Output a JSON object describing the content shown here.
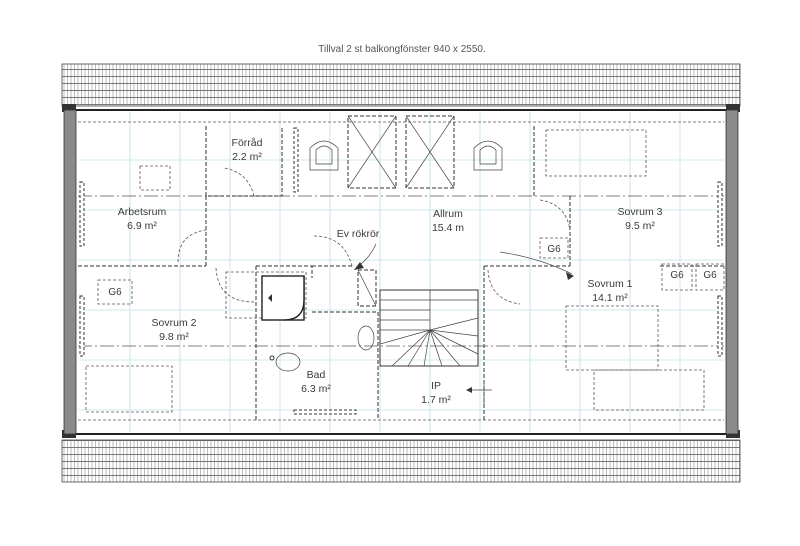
{
  "header": {
    "title": "Tillval  2 st balkongfönster 940 x 2550."
  },
  "rooms": {
    "forrad": {
      "name": "Förråd",
      "area": "2.2 m²"
    },
    "arbetsrum": {
      "name": "Arbetsrum",
      "area": "6.9 m²"
    },
    "allrum": {
      "name": "Allrum",
      "area": "15.4 m"
    },
    "sovrum3": {
      "name": "Sovrum 3",
      "area": "9.5 m²"
    },
    "sovrum1": {
      "name": "Sovrum 1",
      "area": "14.1 m²"
    },
    "sovrum2": {
      "name": "Sovrum 2",
      "area": "9.8 m²"
    },
    "bad": {
      "name": "Bad",
      "area": "6.3 m²"
    },
    "ip": {
      "name": "IP",
      "area": "1.7 m²"
    }
  },
  "annotations": {
    "ev_rokror": "Ev rökrör",
    "g6": "G6"
  },
  "colors": {
    "grid": "#a8d6dc",
    "wall": "#333333",
    "roof": "#444444"
  }
}
